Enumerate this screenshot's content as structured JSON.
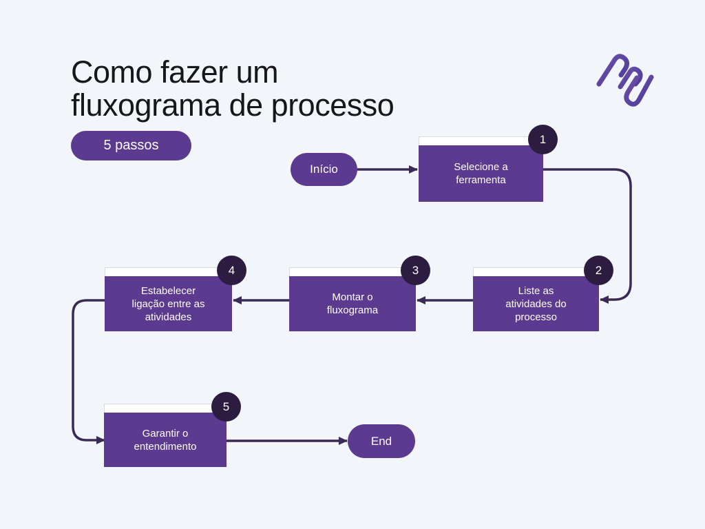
{
  "page": {
    "title_line1": "Como fazer um",
    "title_line2": "fluxograma de processo",
    "steps_badge": "5 passos"
  },
  "colors": {
    "background": "#f2f6fa",
    "title_text": "#17171a",
    "node_purple": "#5b3a8f",
    "node_text": "#ffffff",
    "number_badge_dark": "#2b1c40",
    "connector_line": "#392b55",
    "card_strip_white": "#ffffff",
    "card_strip_border": "#d9dadf",
    "logo_purple_light": "#7050a8",
    "logo_purple_dark": "#4a3b98"
  },
  "logo": {
    "name": "zigzag-brand-mark"
  },
  "flowchart": {
    "start_label": "Início",
    "end_label": "End",
    "steps": [
      {
        "number": "1",
        "lines": [
          "Selecione a",
          "ferramenta"
        ]
      },
      {
        "number": "2",
        "lines": [
          "Liste as",
          "atividades do",
          "processo"
        ]
      },
      {
        "number": "3",
        "lines": [
          "Montar o",
          "fluxograma"
        ]
      },
      {
        "number": "4",
        "lines": [
          "Estabelecer",
          "ligação entre as",
          "atividades"
        ]
      },
      {
        "number": "5",
        "lines": [
          "Garantir o",
          "entendimento"
        ]
      }
    ]
  }
}
